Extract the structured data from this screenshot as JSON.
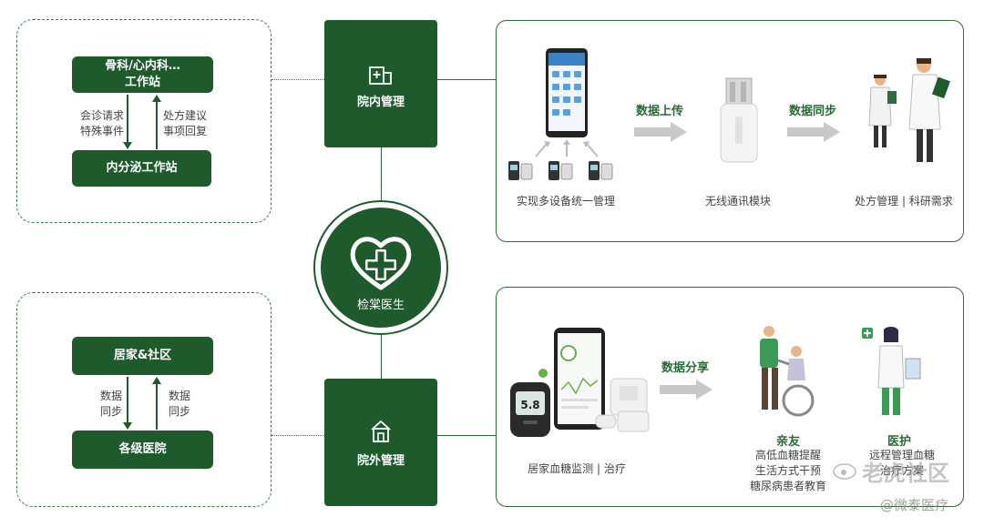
{
  "inpatient": {
    "station_top": "骨科/心内科…\n工作站",
    "station_bottom": "内分泌工作站",
    "left_note": "会诊请求\n特殊事件",
    "right_note": "处方建议\n事项回复",
    "mgmt_label": "院内管理",
    "caption_devices": "实现多设备统一管理",
    "caption_module": "无线通讯模块",
    "caption_doctors": "处方管理 | 科研需求",
    "flow_upload": "数据上传",
    "flow_sync": "数据同步"
  },
  "center": {
    "label": "检棠医生"
  },
  "outpatient": {
    "box_top": "居家&社区",
    "box_bottom": "各级医院",
    "left_note": "数据\n同步",
    "right_note": "数据\n同步",
    "mgmt_label": "院外管理",
    "caption_home": "居家血糖监测 | 治疗",
    "flow_share": "数据分享",
    "family_title": "亲友",
    "family_lines": "高低血糖提醒\n生活方式干预\n糖尿病患者教育",
    "medical_title": "医护",
    "medical_lines": "远程管理血糖\n治疗方案",
    "meter_reading": "5.8"
  },
  "watermark": {
    "brand": "老虎社区",
    "handle": "@微泰医疗"
  },
  "colors": {
    "primary": "#1e5a2c",
    "accent": "#2a6a37",
    "line": "#2f6b3c"
  }
}
